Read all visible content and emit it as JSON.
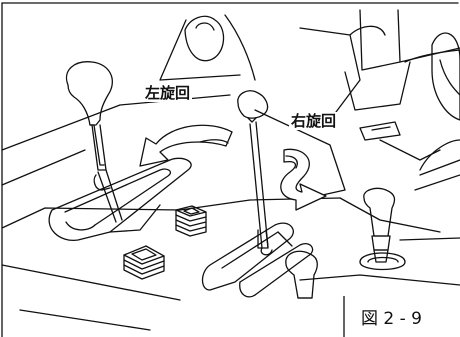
{
  "labels": {
    "left_rotation": "左旋回",
    "right_rotation": "右旋回"
  },
  "caption": "図 2 - 9",
  "colors": {
    "line": "#111111",
    "background": "#ffffff"
  }
}
